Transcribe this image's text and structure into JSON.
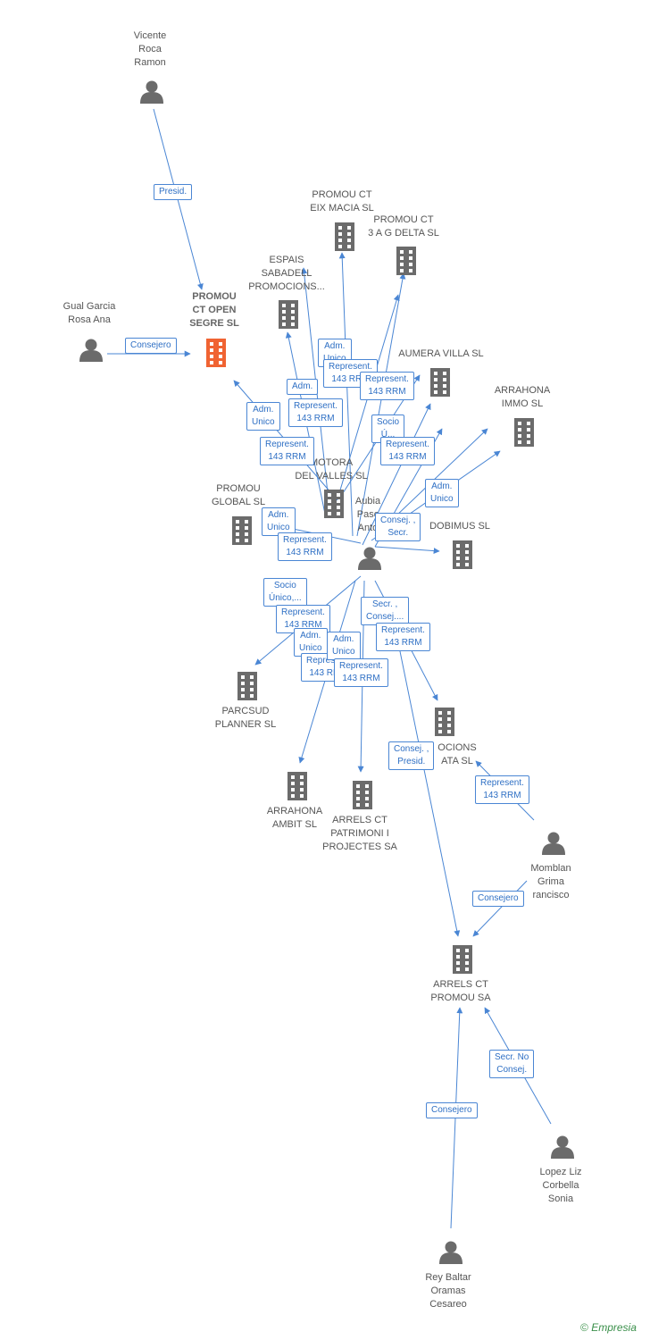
{
  "colors": {
    "edge": "#4a86d4",
    "person": "#6b6b6b",
    "company": "#6b6b6b",
    "main_company": "#f06332"
  },
  "nodes": [
    {
      "id": "vicente",
      "type": "person",
      "label": "Vicente\nRoca\nRamon"
    },
    {
      "id": "gual",
      "type": "person",
      "label": "Gual Garcia\nRosa Ana"
    },
    {
      "id": "main",
      "type": "company-main",
      "label": "PROMOU\nCT OPEN\nSEGRE SL"
    },
    {
      "id": "eix",
      "type": "company",
      "label": "PROMOU CT\nEIX MACIA SL"
    },
    {
      "id": "delta",
      "type": "company",
      "label": "PROMOU CT\n3 A G DELTA SL"
    },
    {
      "id": "espais",
      "type": "company",
      "label": "ESPAIS\nSABADELL\nPROMOCIONS..."
    },
    {
      "id": "aumera",
      "type": "company",
      "label": "AUMERA VILLA SL"
    },
    {
      "id": "immo",
      "type": "company",
      "label": "ARRAHONA\nIMMO  SL"
    },
    {
      "id": "motora",
      "type": "company",
      "label": "MOTORA\nDEL VALLES SL"
    },
    {
      "id": "global",
      "type": "company",
      "label": "PROMOU\nGLOBAL  SL"
    },
    {
      "id": "aubia",
      "type": "person",
      "label": "Aubia\nPasc\nAnto"
    },
    {
      "id": "dobimus",
      "type": "company",
      "label": "DOBIMUS SL"
    },
    {
      "id": "parcsud",
      "type": "company",
      "label": "PARCSUD\nPLANNER SL"
    },
    {
      "id": "ambit",
      "type": "company",
      "label": "ARRAHONA\nAMBIT  SL"
    },
    {
      "id": "patrimoni",
      "type": "company",
      "label": "ARRELS CT\nPATRIMONI I\nPROJECTES SA"
    },
    {
      "id": "pocions",
      "type": "company",
      "label": "OCIONS\nATA SL"
    },
    {
      "id": "momblan",
      "type": "person",
      "label": "Momblan\nGrima\nrancisco"
    },
    {
      "id": "arrels",
      "type": "company",
      "label": "ARRELS CT\nPROMOU SA"
    },
    {
      "id": "lopez",
      "type": "person",
      "label": "Lopez Liz\nCorbella\nSonia"
    },
    {
      "id": "rey",
      "type": "person",
      "label": "Rey Baltar\nOramas\nCesareo"
    }
  ],
  "edge_labels": [
    "Presid.",
    "Consejero",
    "Adm.\nUnico",
    "Represent.\n143 RRM",
    "Represent.\n143 RRM",
    "Adm.",
    "Represent.\n143 RRM",
    "Adm.\nUnico",
    "Represent.\n143 RRM",
    "Socio\nÚ...",
    "Represent.\n143 RRM",
    "Adm.\nUnico",
    "Consej. ,\nSecr.",
    "Adm.\nUnico",
    "Represent.\n143 RRM",
    "Socio\nÚnico,...",
    "Represent.\n143 RRM",
    "Secr. ,\nConsej....",
    "Represent.\n143 RRM",
    "Adm.\nUnico",
    "Represent.\n143 RRM",
    "Adm.\nUnico",
    "Represent.\n143 RRM",
    "Consej. ,\nPresid.",
    "Represent.\n143 RRM",
    "Consejero",
    "Secr.  No\nConsej.",
    "Consejero"
  ],
  "footer": {
    "copyright": "©",
    "brand": "Empresia"
  }
}
